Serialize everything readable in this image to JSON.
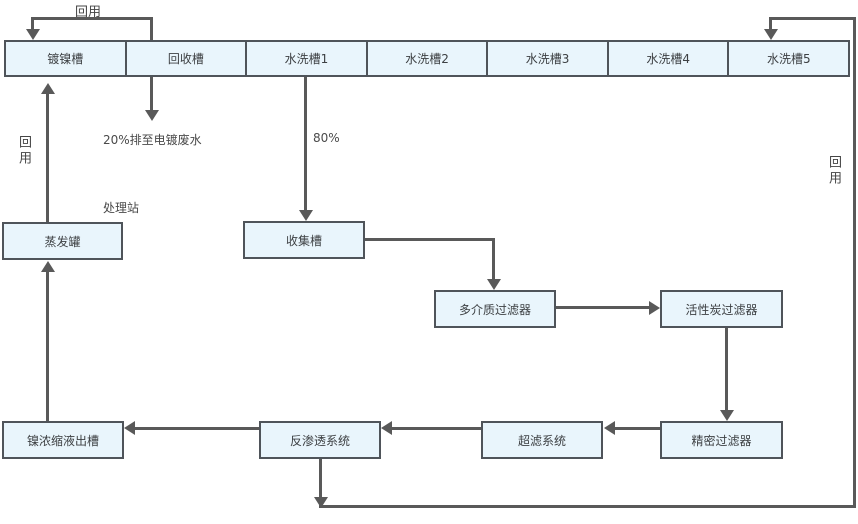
{
  "diagram": {
    "top_row": [
      "镀镍槽",
      "回收槽",
      "水洗槽1",
      "水洗槽2",
      "水洗槽3",
      "水洗槽4",
      "水洗槽5"
    ],
    "nodes": {
      "evaporator": "蒸发罐",
      "collection_tank": "收集槽",
      "multimedia_filter": "多介质过滤器",
      "activated_carbon_filter": "活性炭过滤器",
      "nickel_concentrate_tank": "镍浓缩液出槽",
      "reverse_osmosis": "反渗透系统",
      "ultrafiltration": "超滤系统",
      "precision_filter": "精密过滤器"
    },
    "labels": {
      "reuse_top": "回用",
      "reuse_left": "回用",
      "reuse_right": "回用",
      "drain_20": "20%排至电镀废水",
      "flow_80": "80%",
      "treatment_station": "处理站"
    },
    "colors": {
      "line": "#595959",
      "border": "#4f545a",
      "fill": "#e9f5fc",
      "text": "#3d4043",
      "bg": "#ffffff"
    }
  }
}
